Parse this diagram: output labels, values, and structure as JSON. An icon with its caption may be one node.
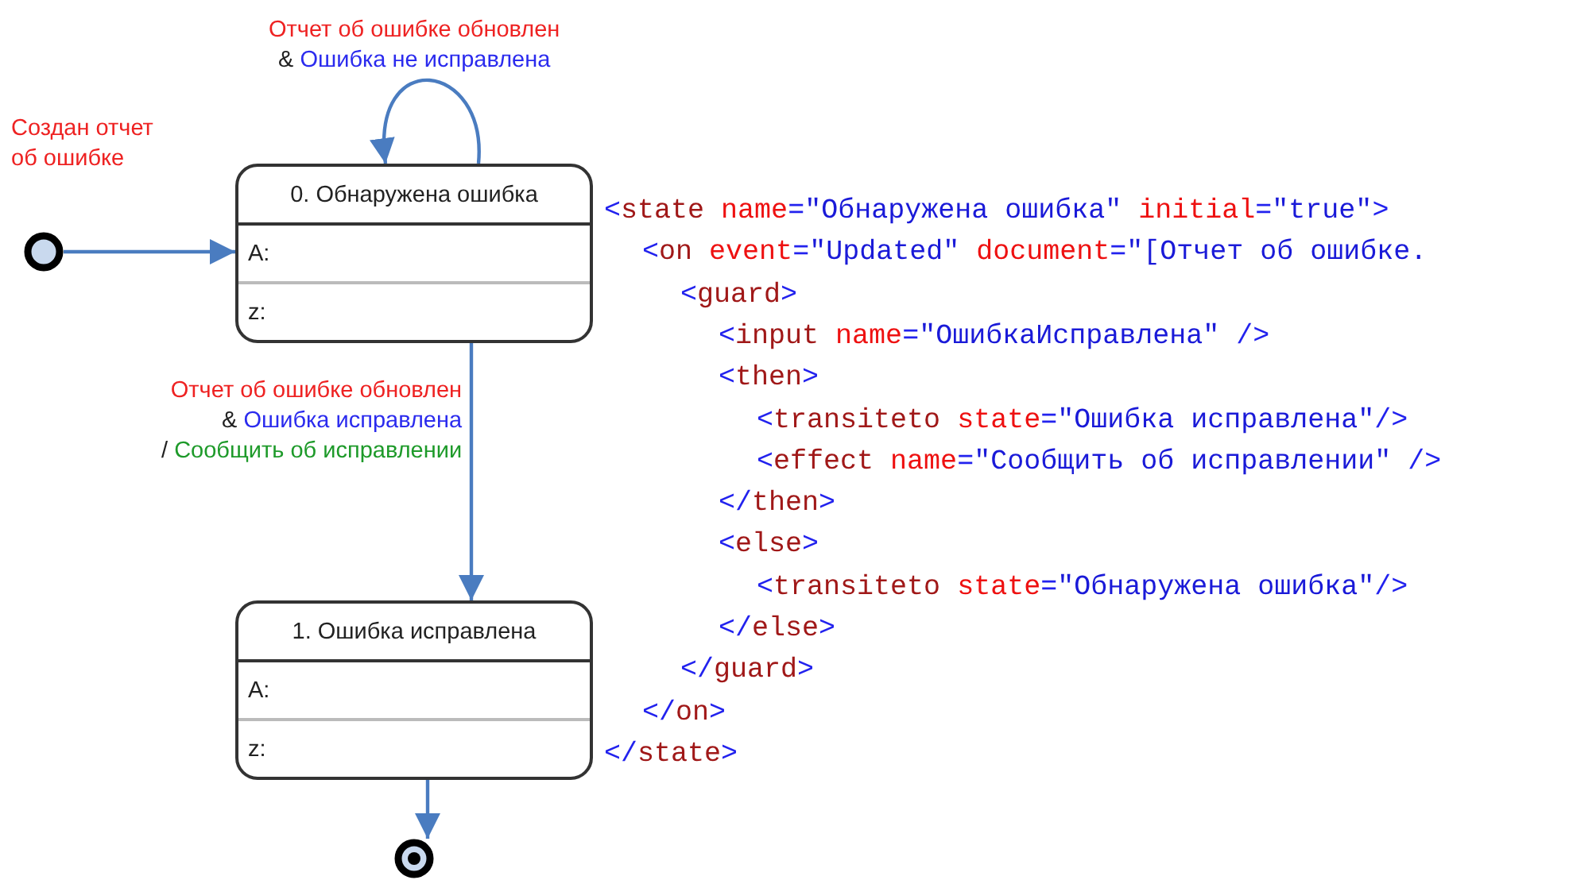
{
  "diagram": {
    "nodes": [
      {
        "text": [],
        "shape": "circle"
      },
      {
        "text": [
          "0. Обнаружена ошибка",
          "A:",
          "z:"
        ]
      },
      {
        "text": [
          "1. Ошибка исправлена",
          "A:",
          "z:"
        ]
      },
      {
        "text": [],
        "shape": "circle"
      }
    ],
    "edges": [
      {
        "from": 0,
        "to": 1,
        "arrow": "to",
        "label": "Создан отчет об ошибке"
      },
      {
        "from": 1,
        "to": 1,
        "arrow": "to",
        "label": "Отчет об ошибке обновлен & Ошибка не исправлена"
      },
      {
        "from": 1,
        "to": 2,
        "arrow": "to",
        "label": "Отчет об ошибке обновлен & Ошибка исправлена / Сообщить об исправлении"
      },
      {
        "from": 2,
        "to": 3,
        "arrow": "to"
      }
    ],
    "labels": [
      "<state name=\"Обнаружена ошибка\" initial=\"true\">",
      "<on event=\"Updated\" document=\"[Отчет об ошибке.",
      "<guard>",
      "<input name=\"ОшибкаИсправлена\" />",
      "<then>",
      "<transiteto state=\"Ошибка исправлена\"/>",
      "<effect name=\"Сообщить об исправлении\" />",
      "</then>",
      "<else>",
      "<transiteto state=\"Обнаружена ошибка\"/>",
      "</else>",
      "</guard>",
      "</on>",
      "</state>"
    ]
  }
}
